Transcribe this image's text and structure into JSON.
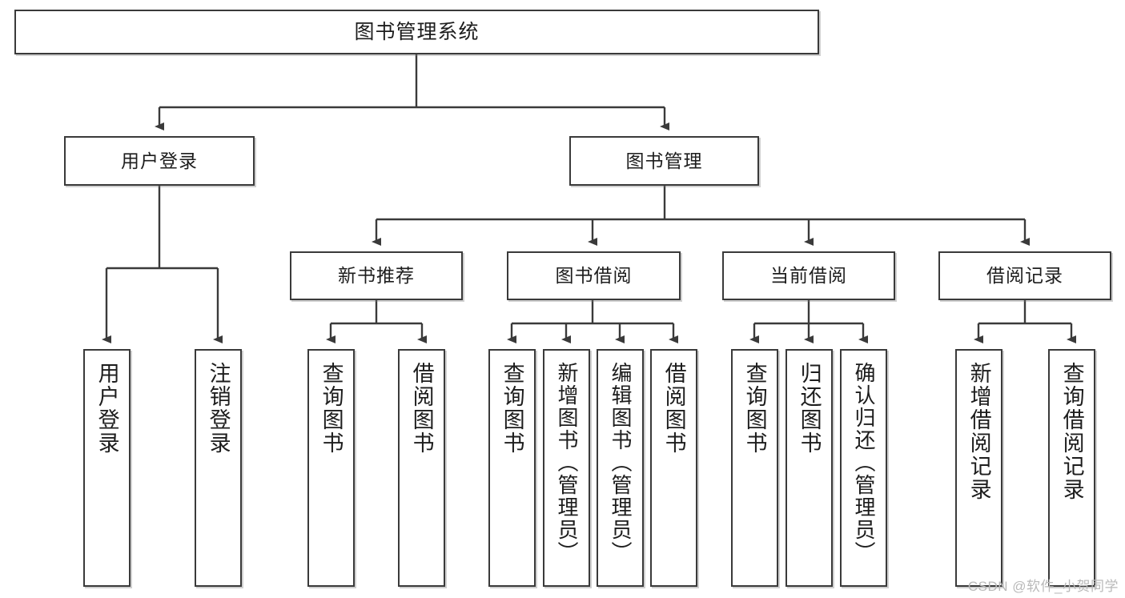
{
  "diagram": {
    "title": "图书管理系统",
    "type": "tree",
    "colors": {
      "box_border": "#3a3a3a",
      "box_fill": "#ffffff",
      "line": "#3a3a3a",
      "text": "#1d1d1d",
      "watermark": "#b9b9b9"
    },
    "root": {
      "label": "图书管理系统"
    },
    "level2": [
      {
        "label": "用户登录"
      },
      {
        "label": "图书管理"
      }
    ],
    "level3": [
      {
        "label": "新书推荐"
      },
      {
        "label": "图书借阅"
      },
      {
        "label": "当前借阅"
      },
      {
        "label": "借阅记录"
      }
    ],
    "leaves": {
      "user_login": [
        {
          "label": "用户登录"
        },
        {
          "label": "注销登录"
        }
      ],
      "new_book_recommend": [
        {
          "label": "查询图书"
        },
        {
          "label": "借阅图书"
        }
      ],
      "book_borrow": [
        {
          "label": "查询图书"
        },
        {
          "label": "新增图书（管理员）"
        },
        {
          "label": "编辑图书（管理员）"
        },
        {
          "label": "借阅图书"
        }
      ],
      "current_borrow": [
        {
          "label": "查询图书"
        },
        {
          "label": "归还图书"
        },
        {
          "label": "确认归还（管理员）"
        }
      ],
      "borrow_record": [
        {
          "label": "新增借阅记录"
        },
        {
          "label": "查询借阅记录"
        }
      ]
    },
    "watermark": "CSDN @软件_小贺同学"
  }
}
